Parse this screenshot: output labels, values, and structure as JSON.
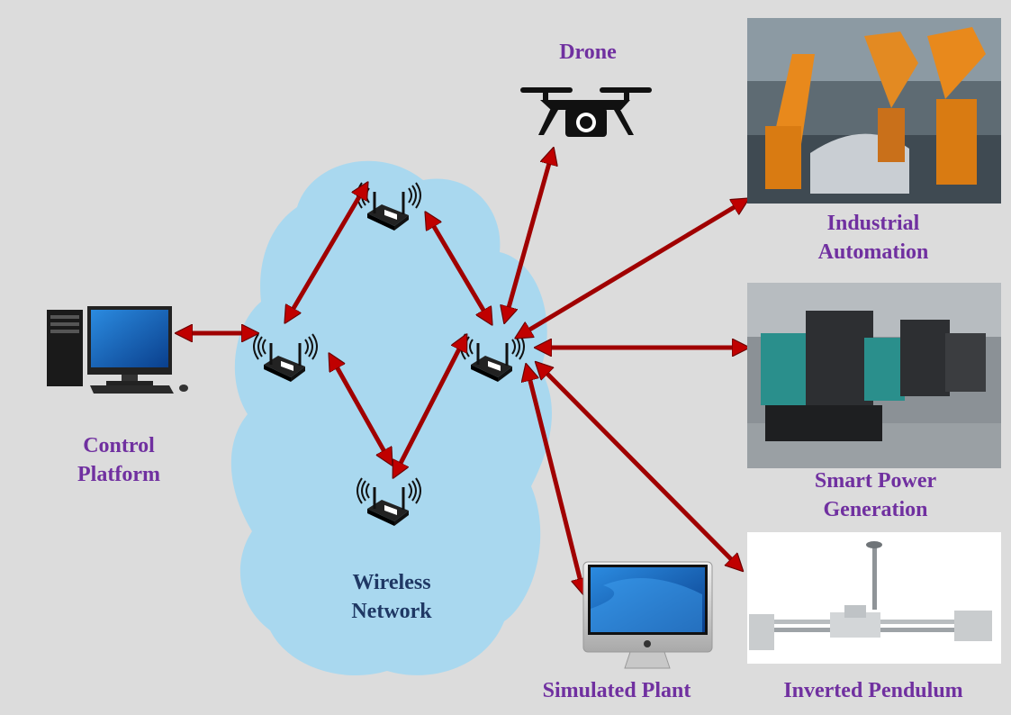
{
  "labels": {
    "drone": "Drone",
    "industrial": [
      "Industrial",
      "Automation"
    ],
    "power": [
      "Smart Power",
      "Generation"
    ],
    "pendulum": "Inverted Pendulum",
    "simulated": "Simulated Plant",
    "control": [
      "Control",
      "Platform"
    ],
    "network": [
      "Wireless",
      "Network"
    ]
  },
  "router_badge": "Wi Fi",
  "colors": {
    "background": "#dcdcdc",
    "cloud": "#a9d8ef",
    "arrow": "#c00000",
    "label": "#7030a0",
    "network_label": "#1f3864"
  }
}
